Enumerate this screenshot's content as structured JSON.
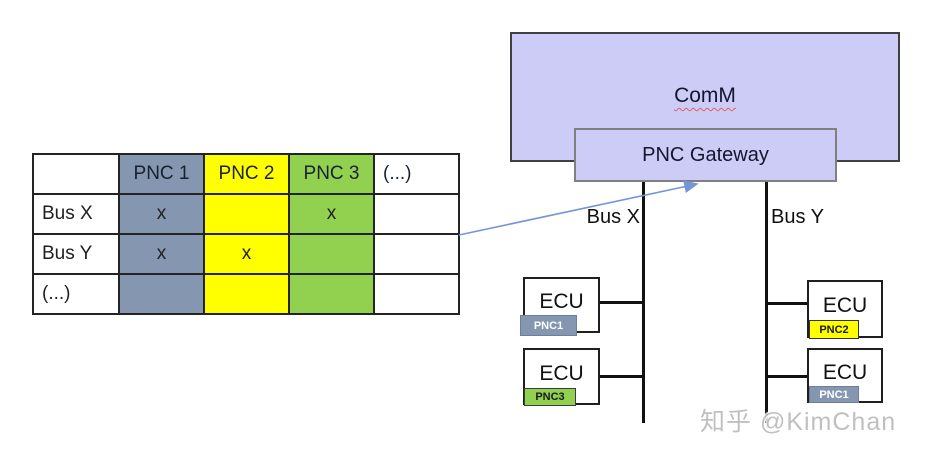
{
  "table": {
    "headers": [
      "",
      "PNC 1",
      "PNC 2",
      "PNC 3",
      "(...)"
    ],
    "rows": [
      {
        "label": "Bus X",
        "cells": [
          "x",
          "",
          "x",
          ""
        ]
      },
      {
        "label": "Bus Y",
        "cells": [
          "x",
          "x",
          "",
          ""
        ]
      },
      {
        "label": "(...)",
        "cells": [
          "",
          "",
          "",
          ""
        ]
      }
    ],
    "column_colors": {
      "pnc1": "#8496B0",
      "pnc2": "#FFFF00",
      "pnc3": "#92D050"
    }
  },
  "diagram": {
    "comm": {
      "label": "ComM"
    },
    "gateway": {
      "label": "PNC Gateway"
    },
    "buses": [
      {
        "label": "Bus X"
      },
      {
        "label": "Bus Y"
      }
    ],
    "ecus": [
      {
        "label": "ECU",
        "pnc": "PNC1",
        "bus": "Bus X"
      },
      {
        "label": "ECU",
        "pnc": "PNC3",
        "bus": "Bus X"
      },
      {
        "label": "ECU",
        "pnc": "PNC2",
        "bus": "Bus Y"
      },
      {
        "label": "ECU",
        "pnc": "PNC1",
        "bus": "Bus Y"
      }
    ],
    "box_fill": "#CCCCF7",
    "arrow_color": "#7495D6"
  },
  "watermark": {
    "text": "知乎 @KimChan"
  }
}
